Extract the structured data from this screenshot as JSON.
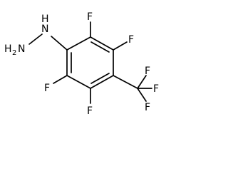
{
  "molecule": {
    "atoms": {
      "hydrazine_n": "N",
      "hydrazine_h": "H",
      "amine": "H",
      "amine_sub": "2",
      "amine_n": "N",
      "f_top": "F",
      "f_upper_right": "F",
      "f_lower_left": "F",
      "f_bottom": "F",
      "cf3_f_top": "F",
      "cf3_f_right": "F",
      "cf3_f_bottom": "F"
    },
    "colors": {
      "ink": "#000000",
      "background": "#ffffff"
    }
  }
}
